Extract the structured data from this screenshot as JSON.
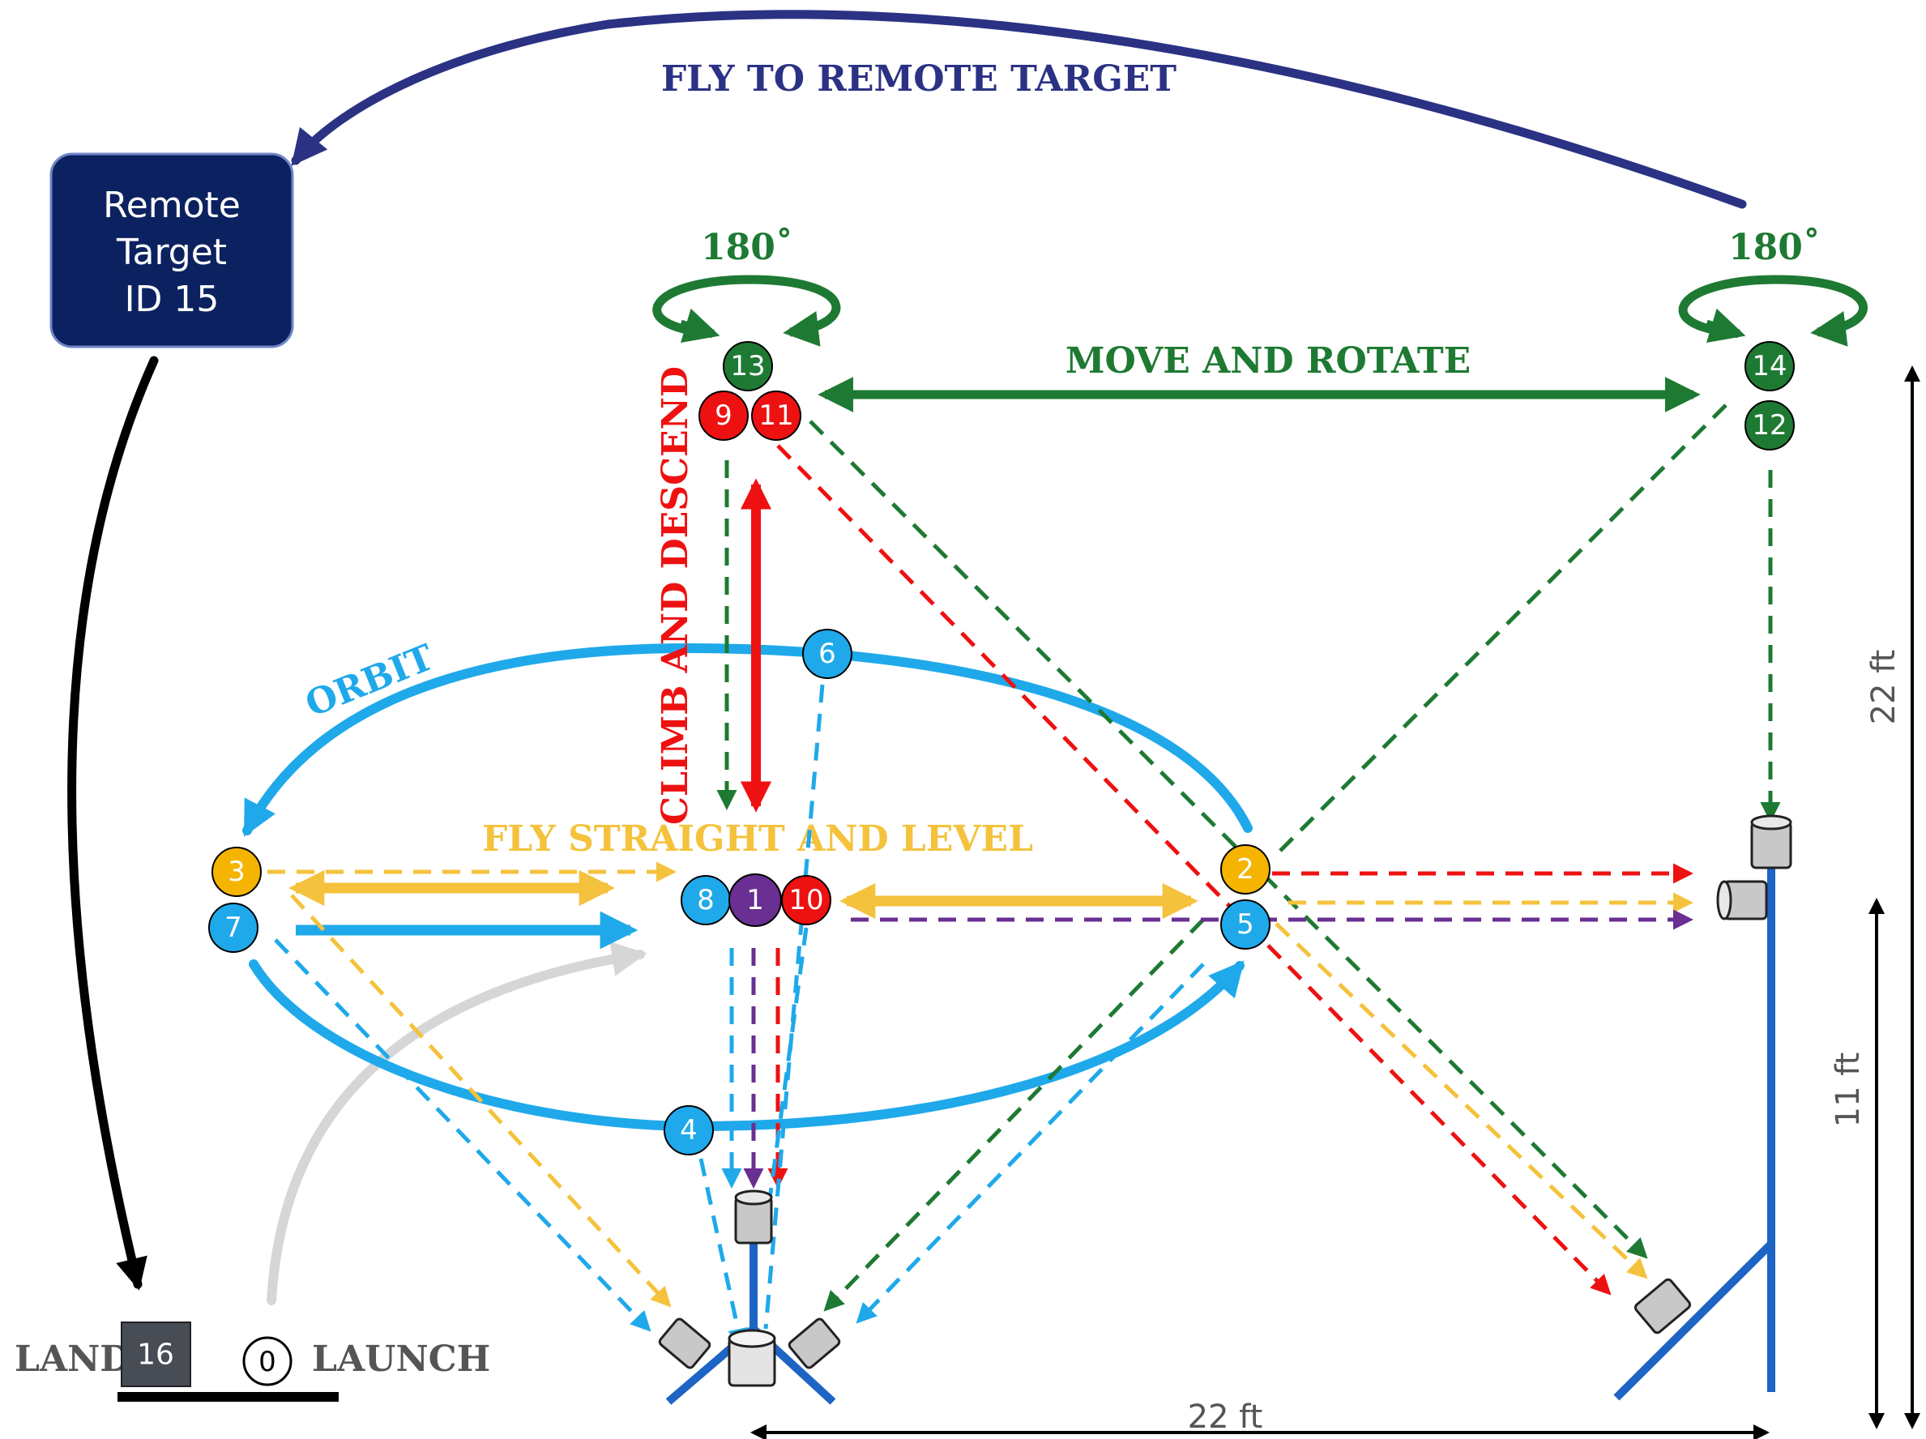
{
  "colors": {
    "navy": "#2b3284",
    "green": "#1e7a32",
    "red": "#ee1111",
    "orbit_blue": "#1fa9ea",
    "amber": "#f4c23c",
    "purple": "#6a2f92",
    "pole_blue": "#1d64c4",
    "box_navy": "#0c2260",
    "gray_text": "#555555",
    "land_box": "#474c55"
  },
  "labels": {
    "fly_remote": "FLY TO REMOTE TARGET",
    "move_rotate": "MOVE AND ROTATE",
    "climb_descend": "CLIMB AND DESCEND",
    "orbit": "ORBIT",
    "fly_straight": "FLY STRAIGHT AND LEVEL",
    "rotate_left": "180˚",
    "rotate_right": "180˚",
    "land": "LAND",
    "launch": "LAUNCH",
    "dim_height_full": "22 ft",
    "dim_height_half": "11 ft",
    "dim_width": "22 ft"
  },
  "remote_target": {
    "line1": "Remote",
    "line2": "Target",
    "line3": "ID 15"
  },
  "waypoints": {
    "p0": "0",
    "p1": "1",
    "p2": "2",
    "p3": "3",
    "p4": "4",
    "p5": "5",
    "p6": "6",
    "p7": "7",
    "p8": "8",
    "p9": "9",
    "p10": "10",
    "p11": "11",
    "p12": "12",
    "p13": "13",
    "p14": "14",
    "p16": "16"
  }
}
